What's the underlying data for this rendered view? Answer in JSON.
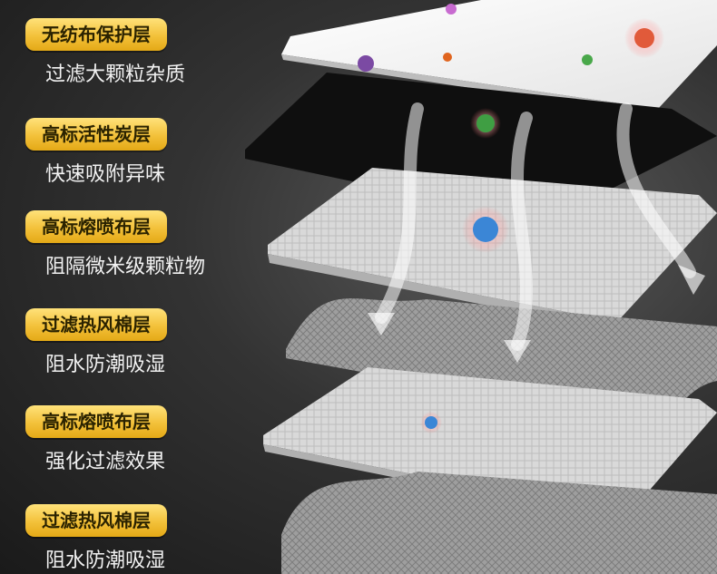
{
  "layers": [
    {
      "title": "无纺布保护层",
      "desc": "过滤大颗粒杂质"
    },
    {
      "title": "高标活性炭层",
      "desc": "快速吸附异味"
    },
    {
      "title": "高标熔喷布层",
      "desc": "阻隔微米级颗粒物"
    },
    {
      "title": "过滤热风棉层",
      "desc": "阻水防潮吸湿"
    },
    {
      "title": "高标熔喷布层",
      "desc": "强化过滤效果"
    },
    {
      "title": "过滤热风棉层",
      "desc": "阻水防潮吸湿"
    }
  ],
  "colors": {
    "badge": "#f3c13a",
    "background": "#2b2b2b",
    "white_layer": "#f2f2f2",
    "carbon_layer": "#111111",
    "melt_layer": "#dcdcdc",
    "cotton_layer": "#9a9a9a"
  }
}
